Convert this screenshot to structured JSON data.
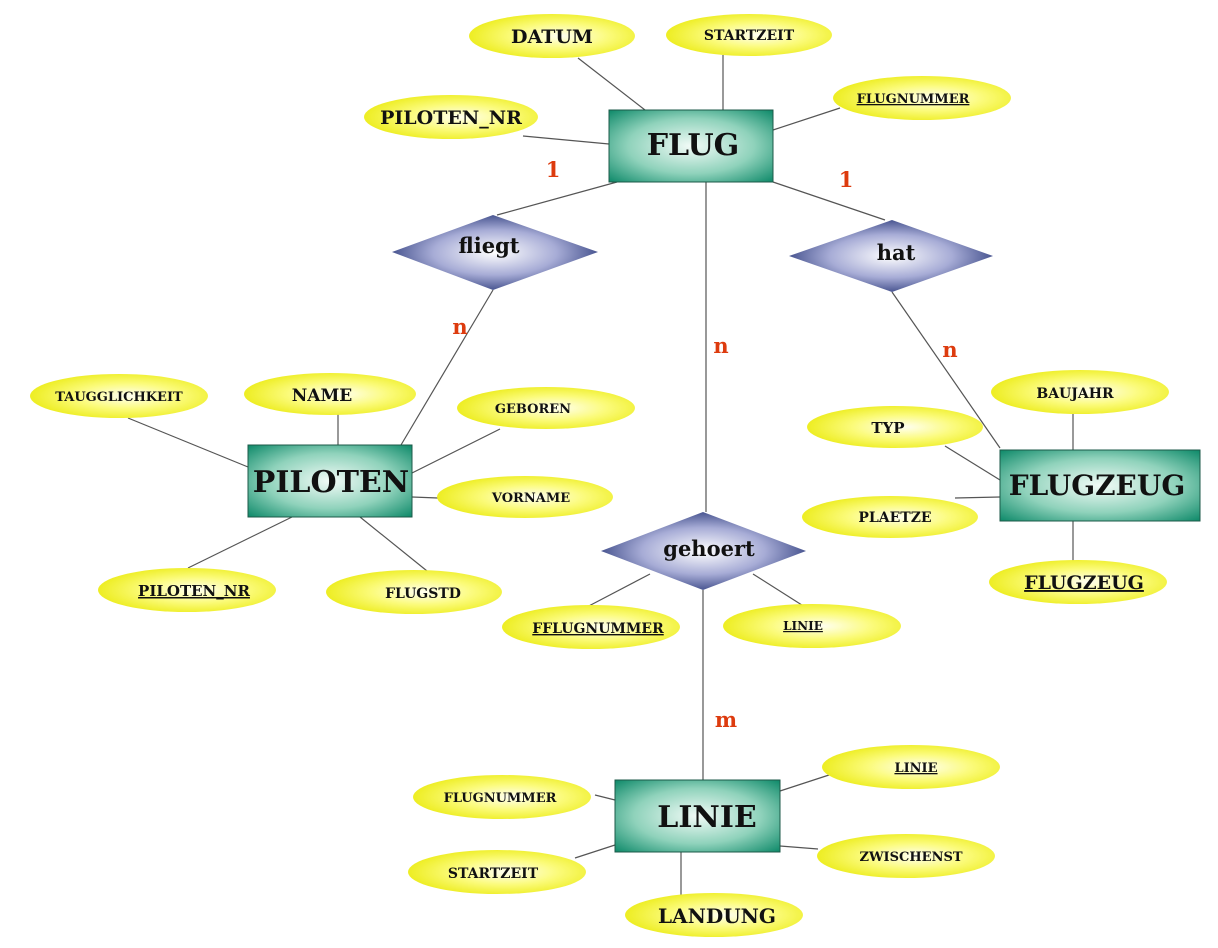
{
  "entities": {
    "flug": "FLUG",
    "piloten": "PILOTEN",
    "flugzeug": "FLUGZEUG",
    "linie": "LINIE"
  },
  "relationships": {
    "fliegt": "fliegt",
    "hat": "hat",
    "gehoert": "gehoert"
  },
  "attributes": {
    "flug_datum": "DATUM",
    "flug_startzeit": "STARTZEIT",
    "flug_piloten_nr": "PILOTEN_NR",
    "flug_flugnummer": "FLUGNUMMER",
    "piloten_tauglichkeit": "TAUGGLICHKEIT",
    "piloten_name": "NAME",
    "piloten_geboren": "GEBOREN",
    "piloten_vorname": "VORNAME",
    "piloten_piloten_nr": "PILOTEN_NR",
    "piloten_flugstd": "FLUGSTD",
    "flugzeug_baujahr": "BAUJAHR",
    "flugzeug_typ": "TYP",
    "flugzeug_plaetze": "PLAETZE",
    "flugzeug_flugzeug": "FLUGZEUG",
    "gehoert_fflugnummer": "FFLUGNUMMER",
    "gehoert_linie": "LINIE",
    "linie_linie": "LINIE",
    "linie_flugnummer": "FLUGNUMMER",
    "linie_zwischenst": "ZWISCHENST",
    "linie_startzeit": "STARTZEIT",
    "linie_landung": "LANDUNG"
  },
  "cardinalities": {
    "flug_fliegt": "1",
    "fliegt_piloten": "n",
    "flug_hat": "1",
    "hat_flugzeug": "n",
    "flug_gehoert": "n",
    "gehoert_linie": "m"
  },
  "colors": {
    "entity_dark": "#0f8a6a",
    "entity_light": "#f2fbf7",
    "relationship_dark": "#1a2a6e",
    "relationship_light": "#ffffff",
    "attribute_dark": "#e8e800",
    "attribute_light": "#fffff2",
    "cardinality": "#dd3b0e"
  }
}
